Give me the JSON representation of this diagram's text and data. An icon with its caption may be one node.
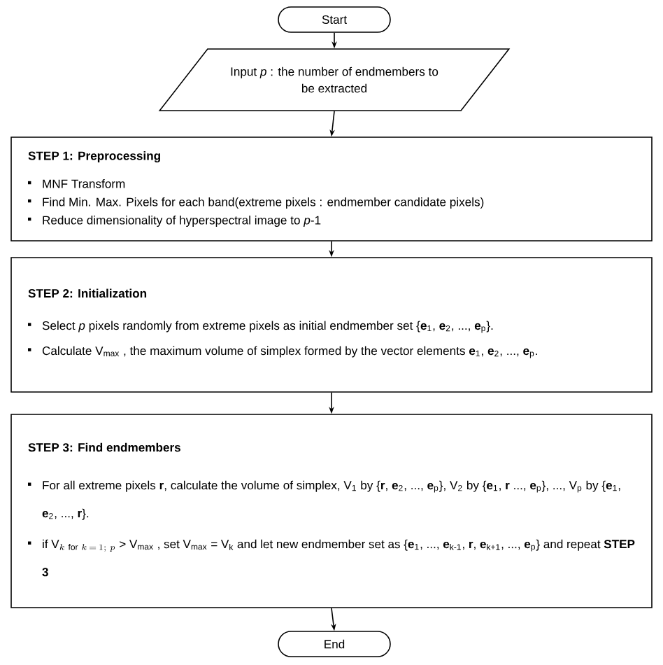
{
  "diagram": {
    "nodes": [
      {
        "text": [
          "Start"
        ]
      },
      {
        "text": [
          "Input *p* : the number of endmembers to be extracted"
        ]
      },
      {
        "text": [
          "STEP 1: Preprocessing",
          "MNF Transform",
          "Find Min. Max. Pixels for each band(extreme pixels : endmember candidate pixels)",
          "Reduce dimensionality of hyperspectral image to *p*-1"
        ]
      },
      {
        "text": [
          "STEP 2: Initialization",
          "Select *p* pixels randomly from extreme pixels as initial endmember set {**e**$_{1}$, **e**$_{2}$, ..., **e**$_{p}$}.",
          "Calculate V$_{max}$ , the maximum volume of simplex formed by the vector elements **e**$_{1}$, **e**$_{2}$, ..., **e**$_{p}$."
        ]
      },
      {
        "text": [
          "STEP 3: Find endmembers",
          "For all extreme pixels **r**, calculate the volume of simplex, V$_{1}$ by {**r**, **e**$_{2}$, ..., **e**$_{p}$}, V$_{2}$ by {**e**$_{1}$, **r** ..., **e**$_{p}$}, ..., V$_{p}$ by {**e**$_{1}$, **e**$_{2}$, ..., **r**}.",
          "if",
          "\\mathrm{V}_{k\\ \\mathrm{for}\\ k\\,=\\,1;\\ p}",
          "> V$_{max}$ , set V$_{max}$ = V$_{k}$ and let new endmember set as {**e**$_{1}$, ..., **e**$_{k-1}$, **r**, **e**$_{k+1}$, ..., **e**$_{p}$} and repeat **STEP 3**"
        ]
      },
      {
        "text": [
          "End"
        ]
      }
    ],
    "edges": [
      {
        "from": 0,
        "to": 1,
        "arrow": "to"
      },
      {
        "from": 1,
        "to": 2,
        "arrow": "to"
      },
      {
        "from": 2,
        "to": 3,
        "arrow": "to"
      },
      {
        "from": 3,
        "to": 4,
        "arrow": "to"
      },
      {
        "from": 4,
        "to": 5,
        "arrow": "to"
      }
    ]
  }
}
